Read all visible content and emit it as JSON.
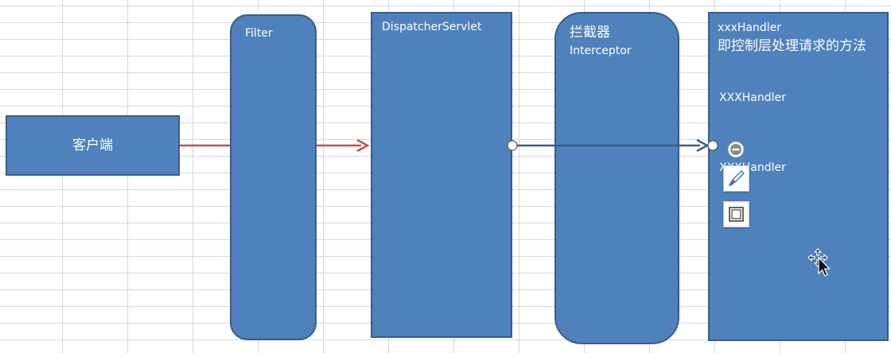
{
  "diagram": {
    "client": {
      "label": "客户端"
    },
    "filter": {
      "label": "Filter"
    },
    "dispatcher": {
      "label": "DispatcherServlet"
    },
    "interceptor": {
      "label_cn": "拦截器",
      "label_en": "Interceptor"
    },
    "handler": {
      "line1": "xxxHandler",
      "line2": "即控制层处理请求的方法",
      "line3": "XXXHandler",
      "line4": "XXXHandler"
    }
  },
  "colors": {
    "box_fill": "#4f81bd",
    "box_border": "#385d8a",
    "arrow_request": "#c0504d",
    "connector": "#385d8a",
    "grid": "#d9d9d9"
  },
  "overlay": {
    "icons": [
      "minus-circle-icon",
      "brush-icon",
      "frame-icon",
      "move-cursor-icon"
    ]
  }
}
